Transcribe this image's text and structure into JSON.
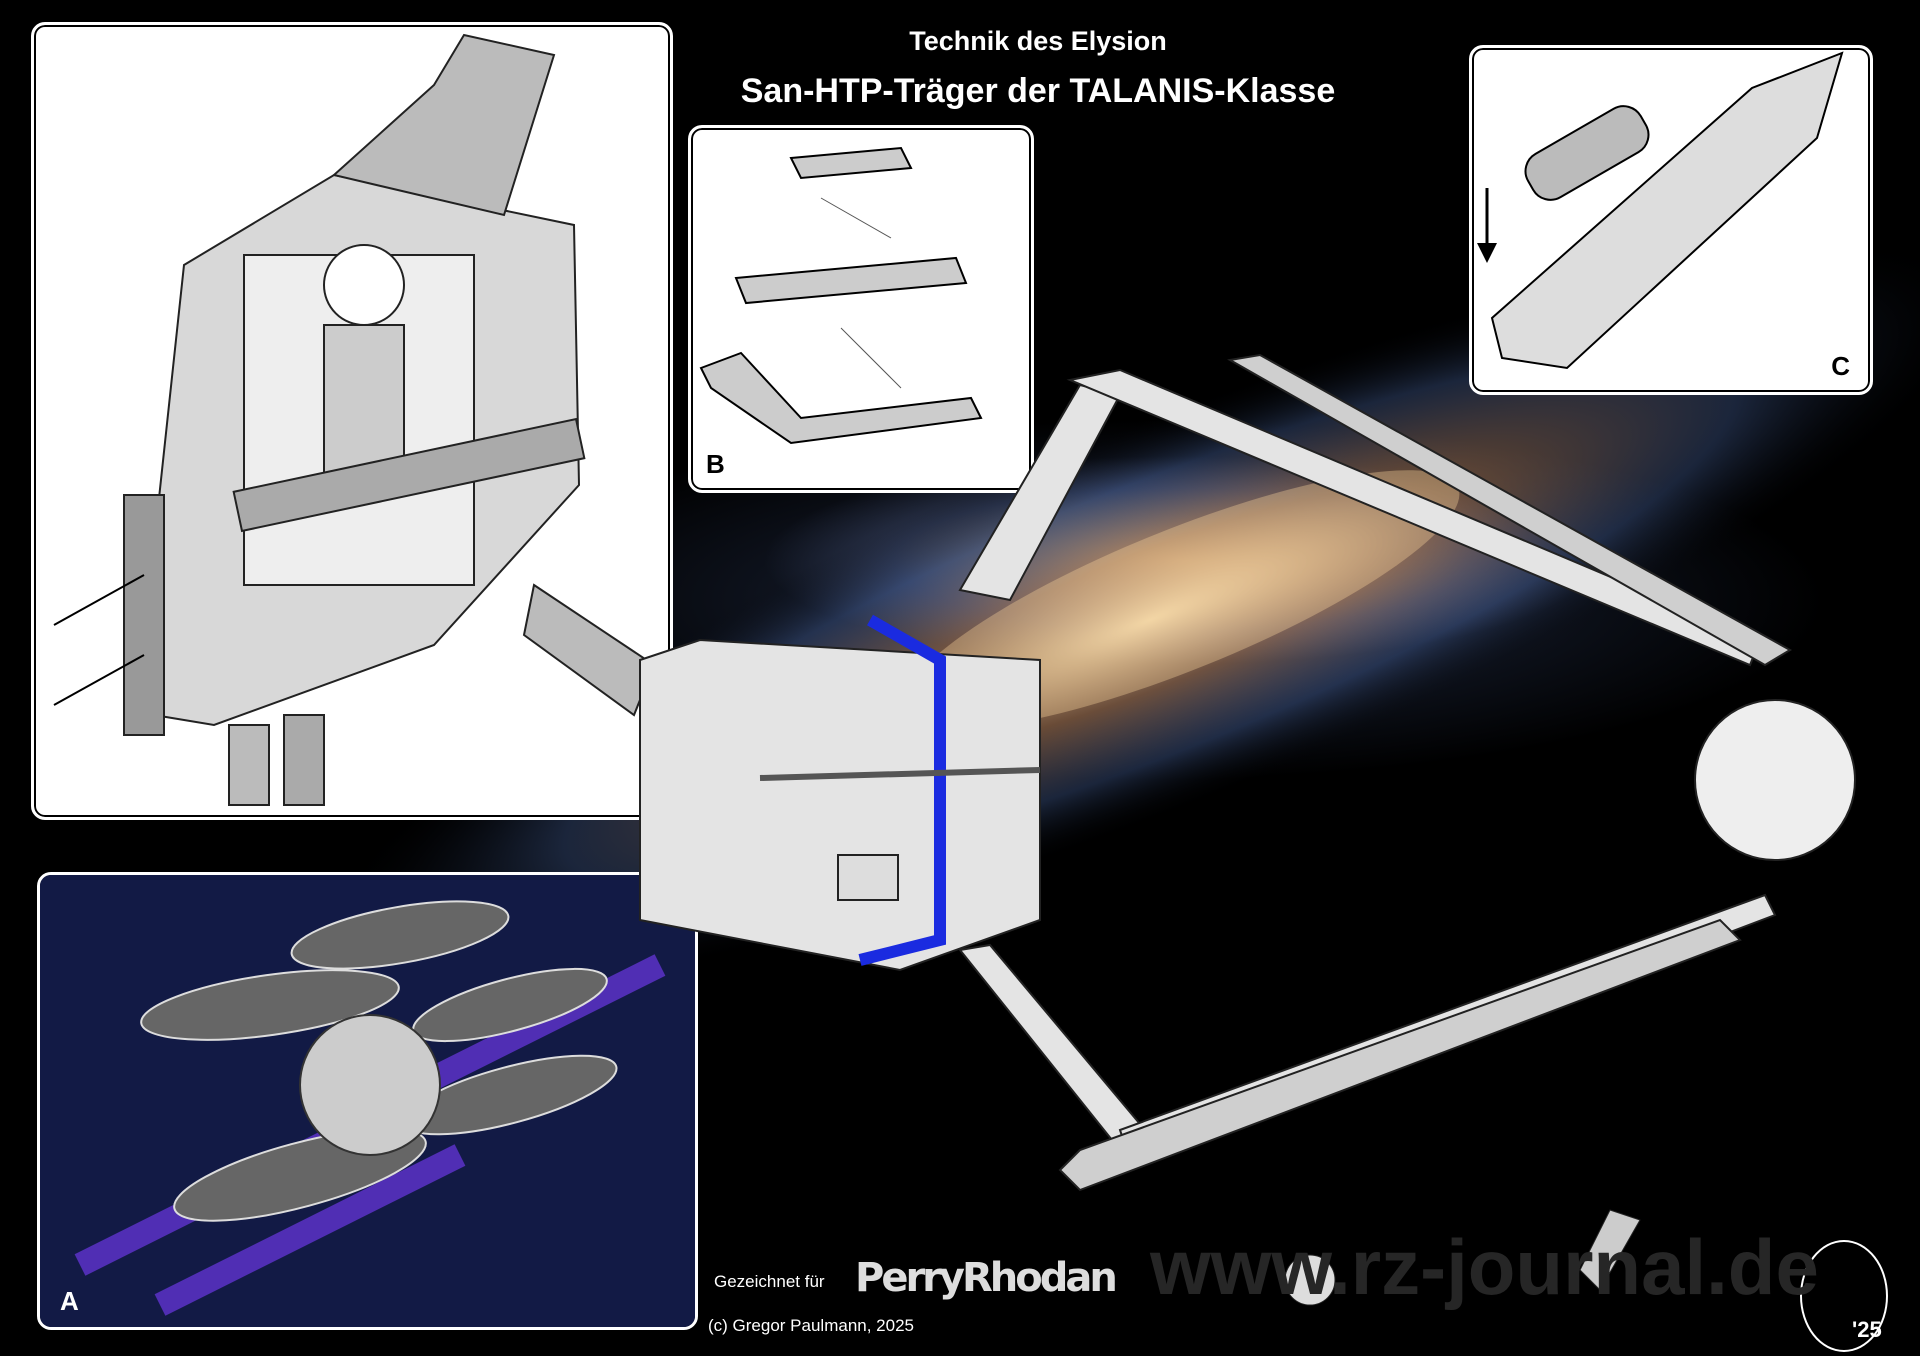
{
  "header": {
    "subtitle": "Technik des Elysion",
    "title": "San-HTP-Träger der TALANIS-Klasse"
  },
  "panels": {
    "a_label": "A",
    "b_label": "B",
    "c_label": "C"
  },
  "footer": {
    "drawn_for": "Gezeichnet für",
    "brand": "PerryRhodan",
    "copyright": "(c) Gregor Paulmann, 2025",
    "watermark": "www.rz-journal.de",
    "year_mark": "'25"
  },
  "colors": {
    "accent_stripe": "#1a2be0",
    "background": "#000000"
  }
}
